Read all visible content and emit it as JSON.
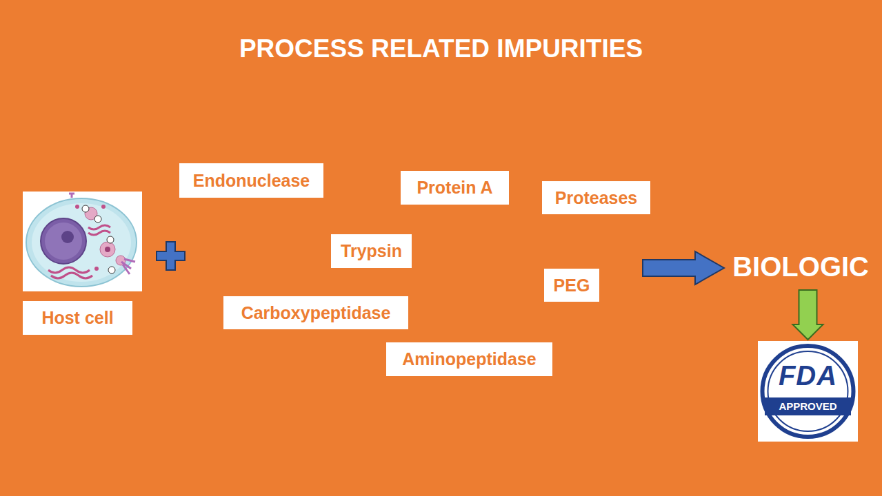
{
  "diagram": {
    "title": "PROCESS RELATED IMPURITIES",
    "nodes": [
      {
        "text": [
          "Host cell"
        ]
      },
      {
        "text": [
          "Endonuclease"
        ]
      },
      {
        "text": [
          "Protein A"
        ]
      },
      {
        "text": [
          "Proteases"
        ]
      },
      {
        "text": [
          "Trypsin"
        ]
      },
      {
        "text": [
          "PEG"
        ]
      },
      {
        "text": [
          "Carboxypeptidase"
        ]
      },
      {
        "text": [
          "Aminopeptidase"
        ]
      },
      {
        "text": [
          "BIOLOGIC"
        ]
      },
      {
        "text": [
          "FDA",
          "APPROVED"
        ]
      }
    ],
    "edges": [
      {
        "from": 8,
        "to": 9,
        "arrow": "to"
      }
    ]
  }
}
